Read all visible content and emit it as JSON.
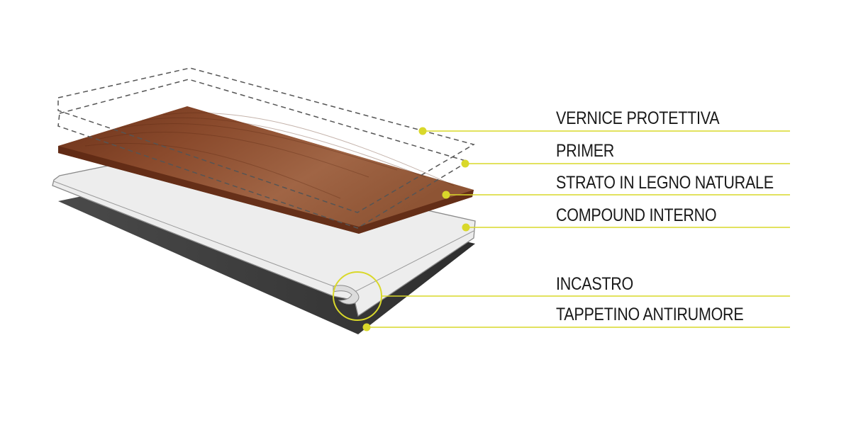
{
  "labels": {
    "vernice": "VERNICE PROTETTIVA",
    "primer": "PRIMER",
    "legno": "STRATO IN LEGNO NATURALE",
    "compound": "COMPOUND INTERNO",
    "incastro": "INCASTRO",
    "tappetino": "TAPPETINO ANTIRUMORE"
  },
  "colors": {
    "accent": "#d9d82a",
    "wood_dark": "#6f331d",
    "wood_light": "#9a5a3a",
    "compound": "#ececec",
    "underlay": "#3b3b3b",
    "dashed_outline": "#555555",
    "text": "#1a1a1a"
  }
}
